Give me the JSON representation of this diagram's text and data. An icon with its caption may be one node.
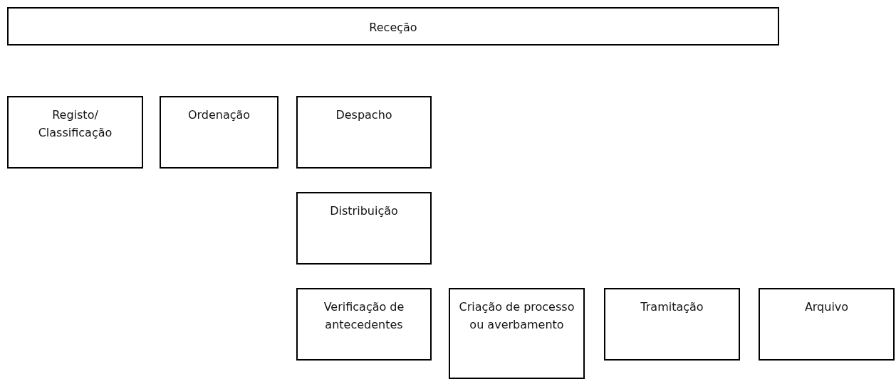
{
  "diagram": {
    "nodes": [
      {
        "text": [
          "Receção"
        ]
      },
      {
        "text": [
          "Registo/ Classificação"
        ]
      },
      {
        "text": [
          "Ordenação"
        ]
      },
      {
        "text": [
          "Despacho"
        ]
      },
      {
        "text": [
          "Distribuição"
        ]
      },
      {
        "text": [
          "Verificação de antecedentes"
        ]
      },
      {
        "text": [
          "Criação de processo ou averbamento"
        ]
      },
      {
        "text": [
          "Tramitação"
        ]
      },
      {
        "text": [
          "Arquivo"
        ]
      }
    ]
  }
}
